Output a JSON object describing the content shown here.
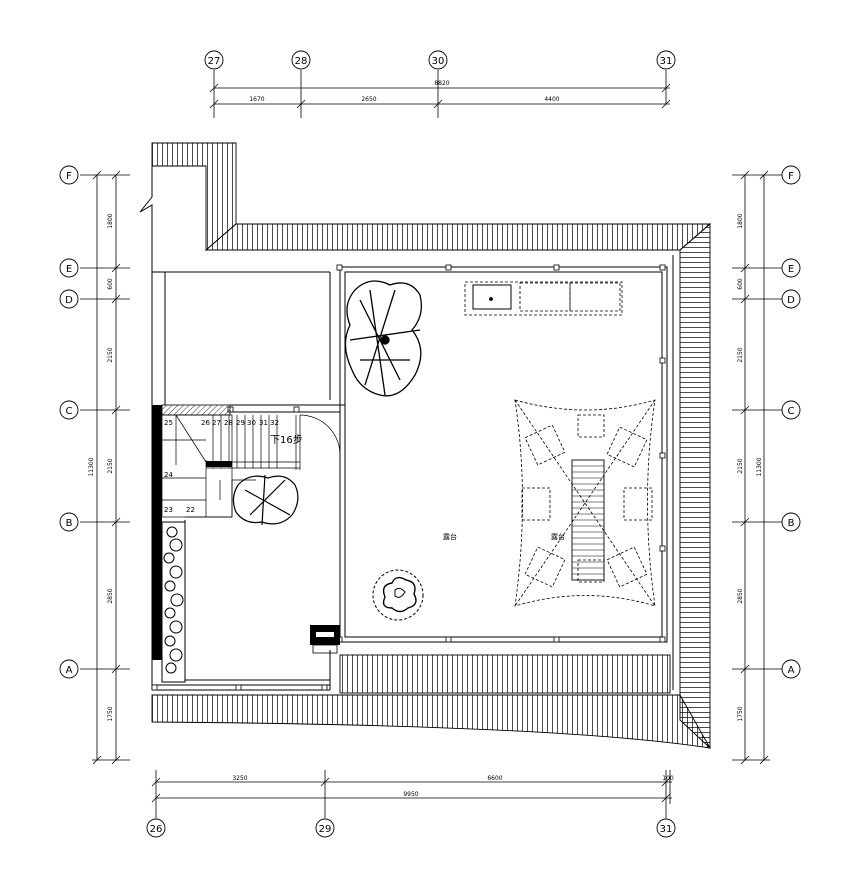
{
  "grid_top": [
    "27",
    "28",
    "30",
    "31"
  ],
  "grid_bottom": [
    "26",
    "29",
    "31"
  ],
  "grid_rows": [
    "F",
    "E",
    "D",
    "C",
    "B",
    "A"
  ],
  "dims_top": {
    "overall": "8820",
    "seg1": "1670",
    "seg2": "2650",
    "seg3": "4400"
  },
  "dims_bottom": {
    "seg1": "3250",
    "seg2": "6600",
    "seg3": "100",
    "overall": "9950"
  },
  "dims_left": {
    "fe": "1800",
    "ed": "600",
    "dc": "2150",
    "cb": "2150",
    "ba": "2850",
    "a_end": "1750",
    "overall": "11300"
  },
  "dims_right": {
    "fe": "1800",
    "ed": "600",
    "dc": "2150",
    "cb": "2150",
    "ba": "2850",
    "a_end": "1750",
    "overall": "11300"
  },
  "stair": {
    "label": "下16步",
    "steps": [
      "22",
      "23",
      "24",
      "25",
      "26",
      "27",
      "28",
      "29",
      "30",
      "31",
      "32"
    ]
  },
  "terrace_labels": [
    "露台",
    "露台"
  ]
}
